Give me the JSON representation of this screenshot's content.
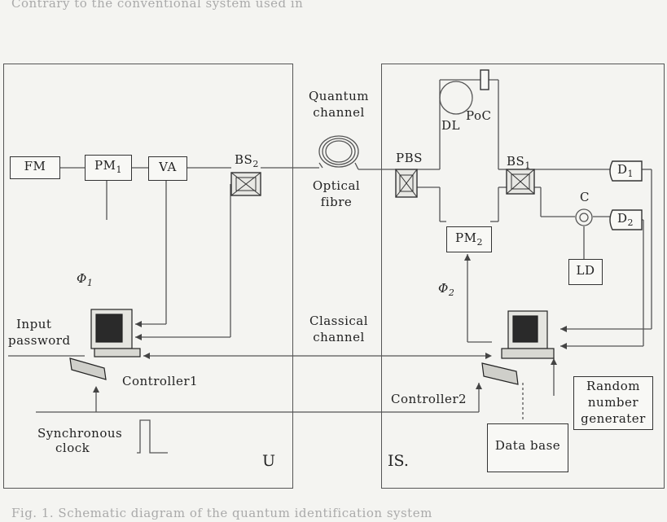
{
  "header_fragment": "Contrary to the conventional system used in",
  "footer_fragment": "Fig. 1. Schematic diagram of the quantum identification system",
  "panels": {
    "left_label": "U",
    "right_label": "IS."
  },
  "components": {
    "fm": "FM",
    "pm1": "PM",
    "pm1_sub": "1",
    "va": "VA",
    "bs2": "BS",
    "bs2_sub": "2",
    "pbs": "PBS",
    "bs1": "BS",
    "bs1_sub": "1",
    "dl": "DL",
    "poc": "PoC",
    "pm2": "PM",
    "pm2_sub": "2",
    "d1": "D",
    "d1_sub": "1",
    "d2": "D",
    "d2_sub": "2",
    "c": "C",
    "ld": "LD",
    "phi1": "Φ",
    "phi1_sub": "1",
    "phi2": "Φ",
    "phi2_sub": "2",
    "database": "Data base",
    "rng_line1": "Random",
    "rng_line2": "number",
    "rng_line3": "generater"
  },
  "labels": {
    "quantum_channel_1": "Quantum",
    "quantum_channel_2": "channel",
    "optical_fibre_1": "Optical",
    "optical_fibre_2": "fibre",
    "classical_channel_1": "Classical",
    "classical_channel_2": "channel",
    "input_password_1": "Input",
    "input_password_2": "password",
    "controller1": "Controller1",
    "controller2": "Controller2",
    "sync_clock_1": "Synchronous",
    "sync_clock_2": "clock"
  },
  "colors": {
    "line": "#555555",
    "box_border": "#333333",
    "background": "#f4f4f1"
  }
}
